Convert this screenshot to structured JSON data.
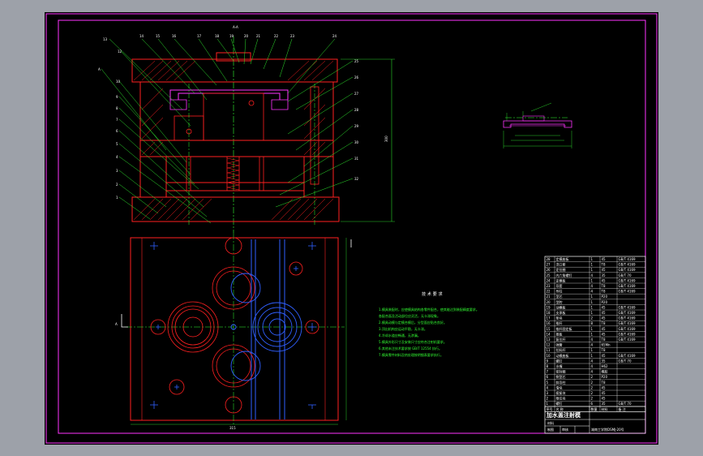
{
  "tech_requirements": {
    "heading": "技 术 要 求",
    "lines": [
      "1.模具装配时，应使模具结构各零件配合，使其能达到装配精度要求。",
      "  各配合面及活动部位应灵活，无卡滞现象。",
      "2.模具动模与定模合模后，分型面应贴合良好。",
      "3.顶出机构应运动平稳，无卡滞。",
      "4.冷却水道应畅通，无渗漏。",
      "5.模具外形尺寸及安装尺寸应符合注射机要求。",
      "6.其他未注技术要求按 GB/T 12554 执行。",
      "7.模具零件材料及热处理按明细表要求执行。"
    ]
  },
  "title_block": {
    "title": "加水盖注射模",
    "drawing_no": "湖南工学院DSMJ-20号",
    "row_left": "材料",
    "row_mid": "制图",
    "row_right": "审核"
  },
  "parts": {
    "rows": [
      [
        "28",
        "定模座板",
        "1",
        "45",
        "GB/T 4169"
      ],
      [
        "27",
        "浇口套",
        "1",
        "T8",
        "GB/T 4169"
      ],
      [
        "26",
        "定位圈",
        "1",
        "45",
        "GB/T 4169"
      ],
      [
        "25",
        "内六角螺钉",
        "4",
        "35",
        "GB/T 70"
      ],
      [
        "24",
        "定模板",
        "1",
        "45",
        "GB/T 4169"
      ],
      [
        "23",
        "导套",
        "4",
        "T8",
        "GB/T 4169"
      ],
      [
        "22",
        "导柱",
        "4",
        "T8",
        "GB/T 4169"
      ],
      [
        "21",
        "型芯",
        "1",
        "P20",
        ""
      ],
      [
        "20",
        "型腔",
        "1",
        "P20",
        ""
      ],
      [
        "19",
        "动模板",
        "1",
        "45",
        "GB/T 4169"
      ],
      [
        "18",
        "支承板",
        "1",
        "45",
        "GB/T 4169"
      ],
      [
        "17",
        "垫块",
        "2",
        "45",
        "GB/T 4169"
      ],
      [
        "16",
        "推杆",
        "8",
        "T8",
        "GB/T 4169"
      ],
      [
        "15",
        "推杆固定板",
        "1",
        "45",
        "GB/T 4169"
      ],
      [
        "14",
        "推板",
        "1",
        "45",
        "GB/T 4169"
      ],
      [
        "13",
        "复位杆",
        "4",
        "T8",
        "GB/T 4169"
      ],
      [
        "12",
        "弹簧",
        "4",
        "65Mn",
        ""
      ],
      [
        "11",
        "拉料杆",
        "1",
        "T8",
        ""
      ],
      [
        "10",
        "动模座板",
        "1",
        "45",
        "GB/T 4169"
      ],
      [
        "9",
        "螺钉",
        "4",
        "35",
        "GB/T 70"
      ],
      [
        "8",
        "水嘴",
        "4",
        "H62",
        ""
      ],
      [
        "7",
        "密封圈",
        "4",
        "橡胶",
        ""
      ],
      [
        "6",
        "侧型芯",
        "2",
        "P20",
        ""
      ],
      [
        "5",
        "斜导柱",
        "2",
        "T8",
        ""
      ],
      [
        "4",
        "滑块",
        "2",
        "45",
        ""
      ],
      [
        "3",
        "楔紧块",
        "2",
        "45",
        ""
      ],
      [
        "2",
        "限位块",
        "2",
        "45",
        ""
      ],
      [
        "1",
        "螺钉",
        "6",
        "35",
        "GB/T 70"
      ]
    ],
    "header": [
      "序号",
      "名 称",
      "数量",
      "材料",
      "备 注"
    ]
  },
  "annotations": {
    "section_mark": "A-A",
    "dim_height": "300",
    "dim_width": "315",
    "view_letter": "A"
  }
}
